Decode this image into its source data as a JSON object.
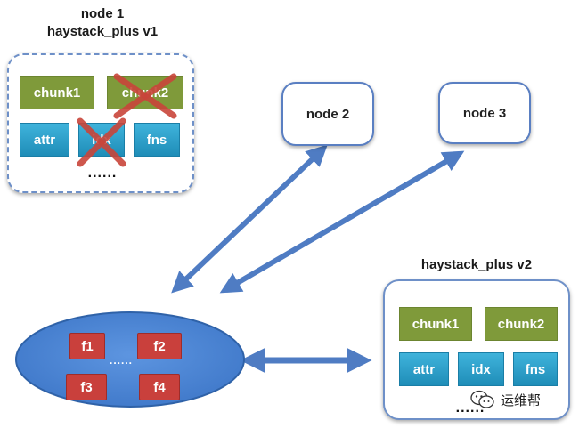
{
  "colors": {
    "chunk": "#7f9a3a",
    "meta": "#2aa0cc",
    "file": "#c9403c",
    "arrow": "#4f7cc3",
    "cross": "#c9453a",
    "ellipse": "#4a85d6"
  },
  "group_v1": {
    "title_line1": "node 1",
    "title_line2": "haystack_plus v1",
    "chips": [
      "chunk1",
      "chunk2",
      "attr",
      "idx",
      "fns"
    ],
    "crossed": [
      "chunk2",
      "idx"
    ],
    "more": "......"
  },
  "node2": {
    "label": "node 2"
  },
  "node3": {
    "label": "node 3"
  },
  "cluster": {
    "files": [
      "f1",
      "f2",
      "f3",
      "f4"
    ],
    "more": "......"
  },
  "group_v2": {
    "title": "haystack_plus v2",
    "chips": [
      "chunk1",
      "chunk2",
      "attr",
      "idx",
      "fns"
    ],
    "more": "......"
  },
  "watermark": {
    "icon": "wechat-icon",
    "text": "运维帮"
  }
}
